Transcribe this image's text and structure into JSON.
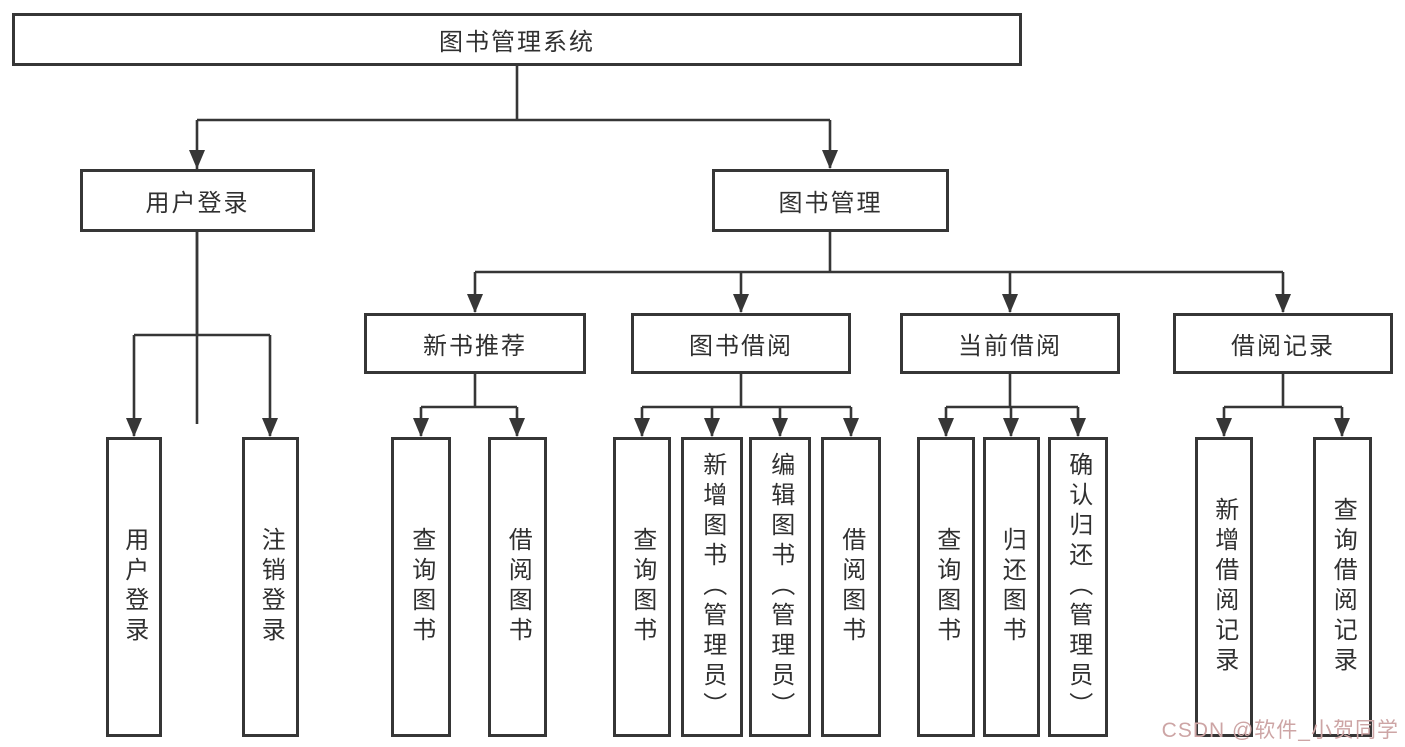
{
  "tree": {
    "root": "图书管理系统",
    "branches": [
      {
        "label": "用户登录",
        "children": [
          "用户登录",
          "注销登录"
        ]
      },
      {
        "label": "图书管理",
        "children": [
          {
            "label": "新书推荐",
            "children": [
              "查询图书",
              "借阅图书"
            ]
          },
          {
            "label": "图书借阅",
            "children": [
              "查询图书",
              "新增图书（管理员）",
              "编辑图书（管理员）",
              "借阅图书"
            ]
          },
          {
            "label": "当前借阅",
            "children": [
              "查询图书",
              "归还图书",
              "确认归还（管理员）"
            ]
          },
          {
            "label": "借阅记录",
            "children": [
              "新增借阅记录",
              "查询借阅记录"
            ]
          }
        ]
      }
    ]
  },
  "watermark": {
    "text": "CSDN @软件_小贺同学",
    "color": "#cda5a5"
  },
  "colors": {
    "line": "#363636",
    "text": "#303030",
    "background": "#ffffff"
  }
}
